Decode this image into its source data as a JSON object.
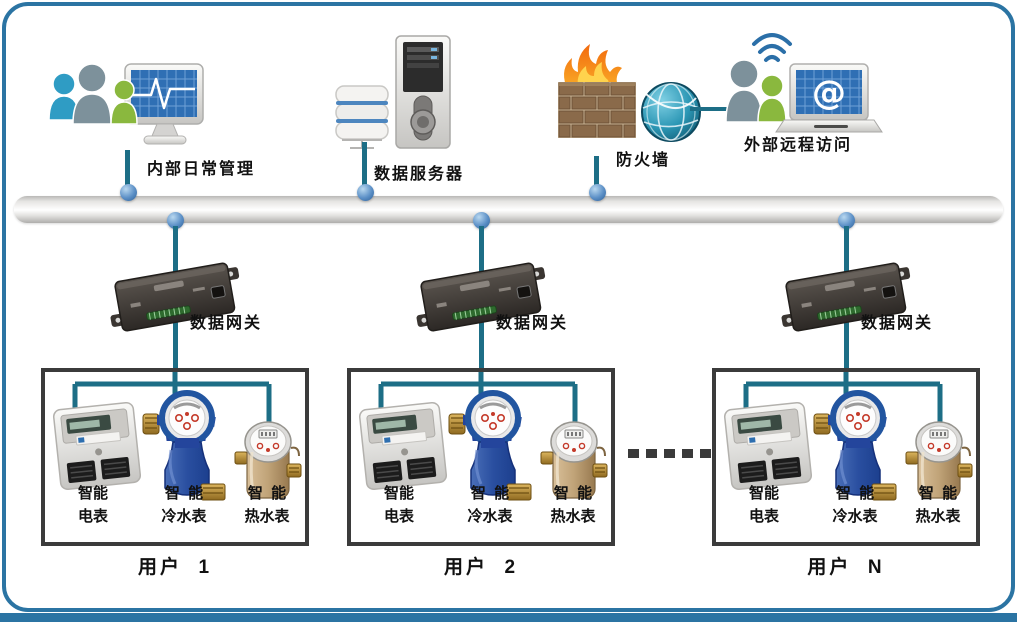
{
  "diagram_title": "smart-metering-network-topology",
  "nodes": {
    "management_label": "内部日常管理",
    "server_label": "数据服务器",
    "firewall_label": "防火墙",
    "remote_label": "外部远程访问"
  },
  "gateways": [
    {
      "label": "数据网关"
    },
    {
      "label": "数据网关"
    },
    {
      "label": "数据网关"
    }
  ],
  "users": [
    {
      "name": "用户  1",
      "meters": [
        {
          "l1": "智能",
          "l2": "电表"
        },
        {
          "l1": "智  能",
          "l2": "冷水表"
        },
        {
          "l1": "智  能",
          "l2": "热水表"
        }
      ]
    },
    {
      "name": "用户  2",
      "meters": [
        {
          "l1": "智能",
          "l2": "电表"
        },
        {
          "l1": "智  能",
          "l2": "冷水表"
        },
        {
          "l1": "智  能",
          "l2": "热水表"
        }
      ]
    },
    {
      "name": "用户  N",
      "meters": [
        {
          "l1": "智能",
          "l2": "电表"
        },
        {
          "l1": "智  能",
          "l2": "冷水表"
        },
        {
          "l1": "智  能",
          "l2": "热水表"
        }
      ]
    }
  ],
  "colors": {
    "frame_blue": "#2b74a3",
    "connector_teal": "#1d6e86",
    "node_ball_blue": "#4d86bf",
    "user_box_border": "#3b3b3b"
  }
}
